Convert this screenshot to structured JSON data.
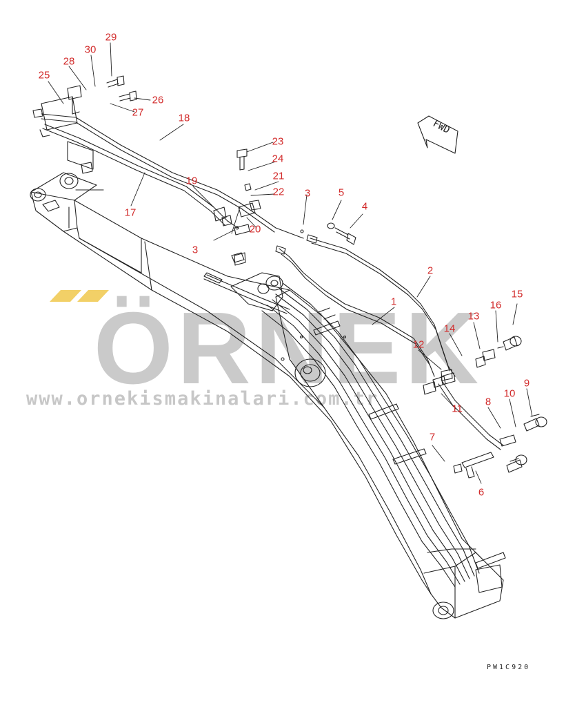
{
  "diagram": {
    "line_color": "#222222",
    "callout_color": "#d22b2b",
    "drawing_code": "PW1C920",
    "direction_label": "FWD",
    "callouts": [
      "1",
      "2",
      "3",
      "3",
      "4",
      "5",
      "6",
      "7",
      "8",
      "9",
      "10",
      "11",
      "12",
      "13",
      "14",
      "15",
      "16",
      "17",
      "18",
      "19",
      "20",
      "21",
      "22",
      "23",
      "24",
      "25",
      "26",
      "27",
      "28",
      "29",
      "30"
    ]
  },
  "watermark": {
    "logo_text": "ÖRNEK",
    "url": "www.ornekismakinalari.com.tr",
    "logo_color": "#b9b9b9",
    "accent_color": "#f2d067",
    "url_color": "#9a9a9a"
  }
}
